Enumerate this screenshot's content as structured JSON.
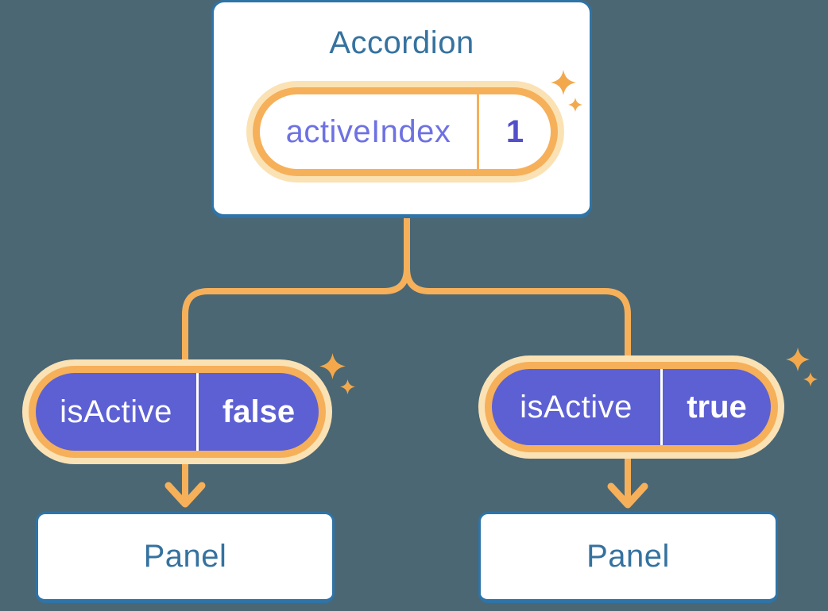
{
  "colors": {
    "background": "#4B6774",
    "card_fill": "#FFFFFF",
    "card_border": "#2E74A8",
    "heading_text": "#35729F",
    "orange": "#F6B05A",
    "orange_halo": "#FBE2B4",
    "sparkle": "#F3A94B",
    "purple_fill": "#5D60D3",
    "prop_label_text": "#6E71E2",
    "prop_value_text": "#5450C9",
    "pill_text": "#FFFFFF"
  },
  "accordion_card": {
    "title": "Accordion",
    "prop_pill": {
      "label": "activeIndex",
      "value": "1"
    }
  },
  "state_pills": [
    {
      "label": "isActive",
      "value": "false"
    },
    {
      "label": "isActive",
      "value": "true"
    }
  ],
  "panel_cards": [
    {
      "title": "Panel"
    },
    {
      "title": "Panel"
    }
  ]
}
